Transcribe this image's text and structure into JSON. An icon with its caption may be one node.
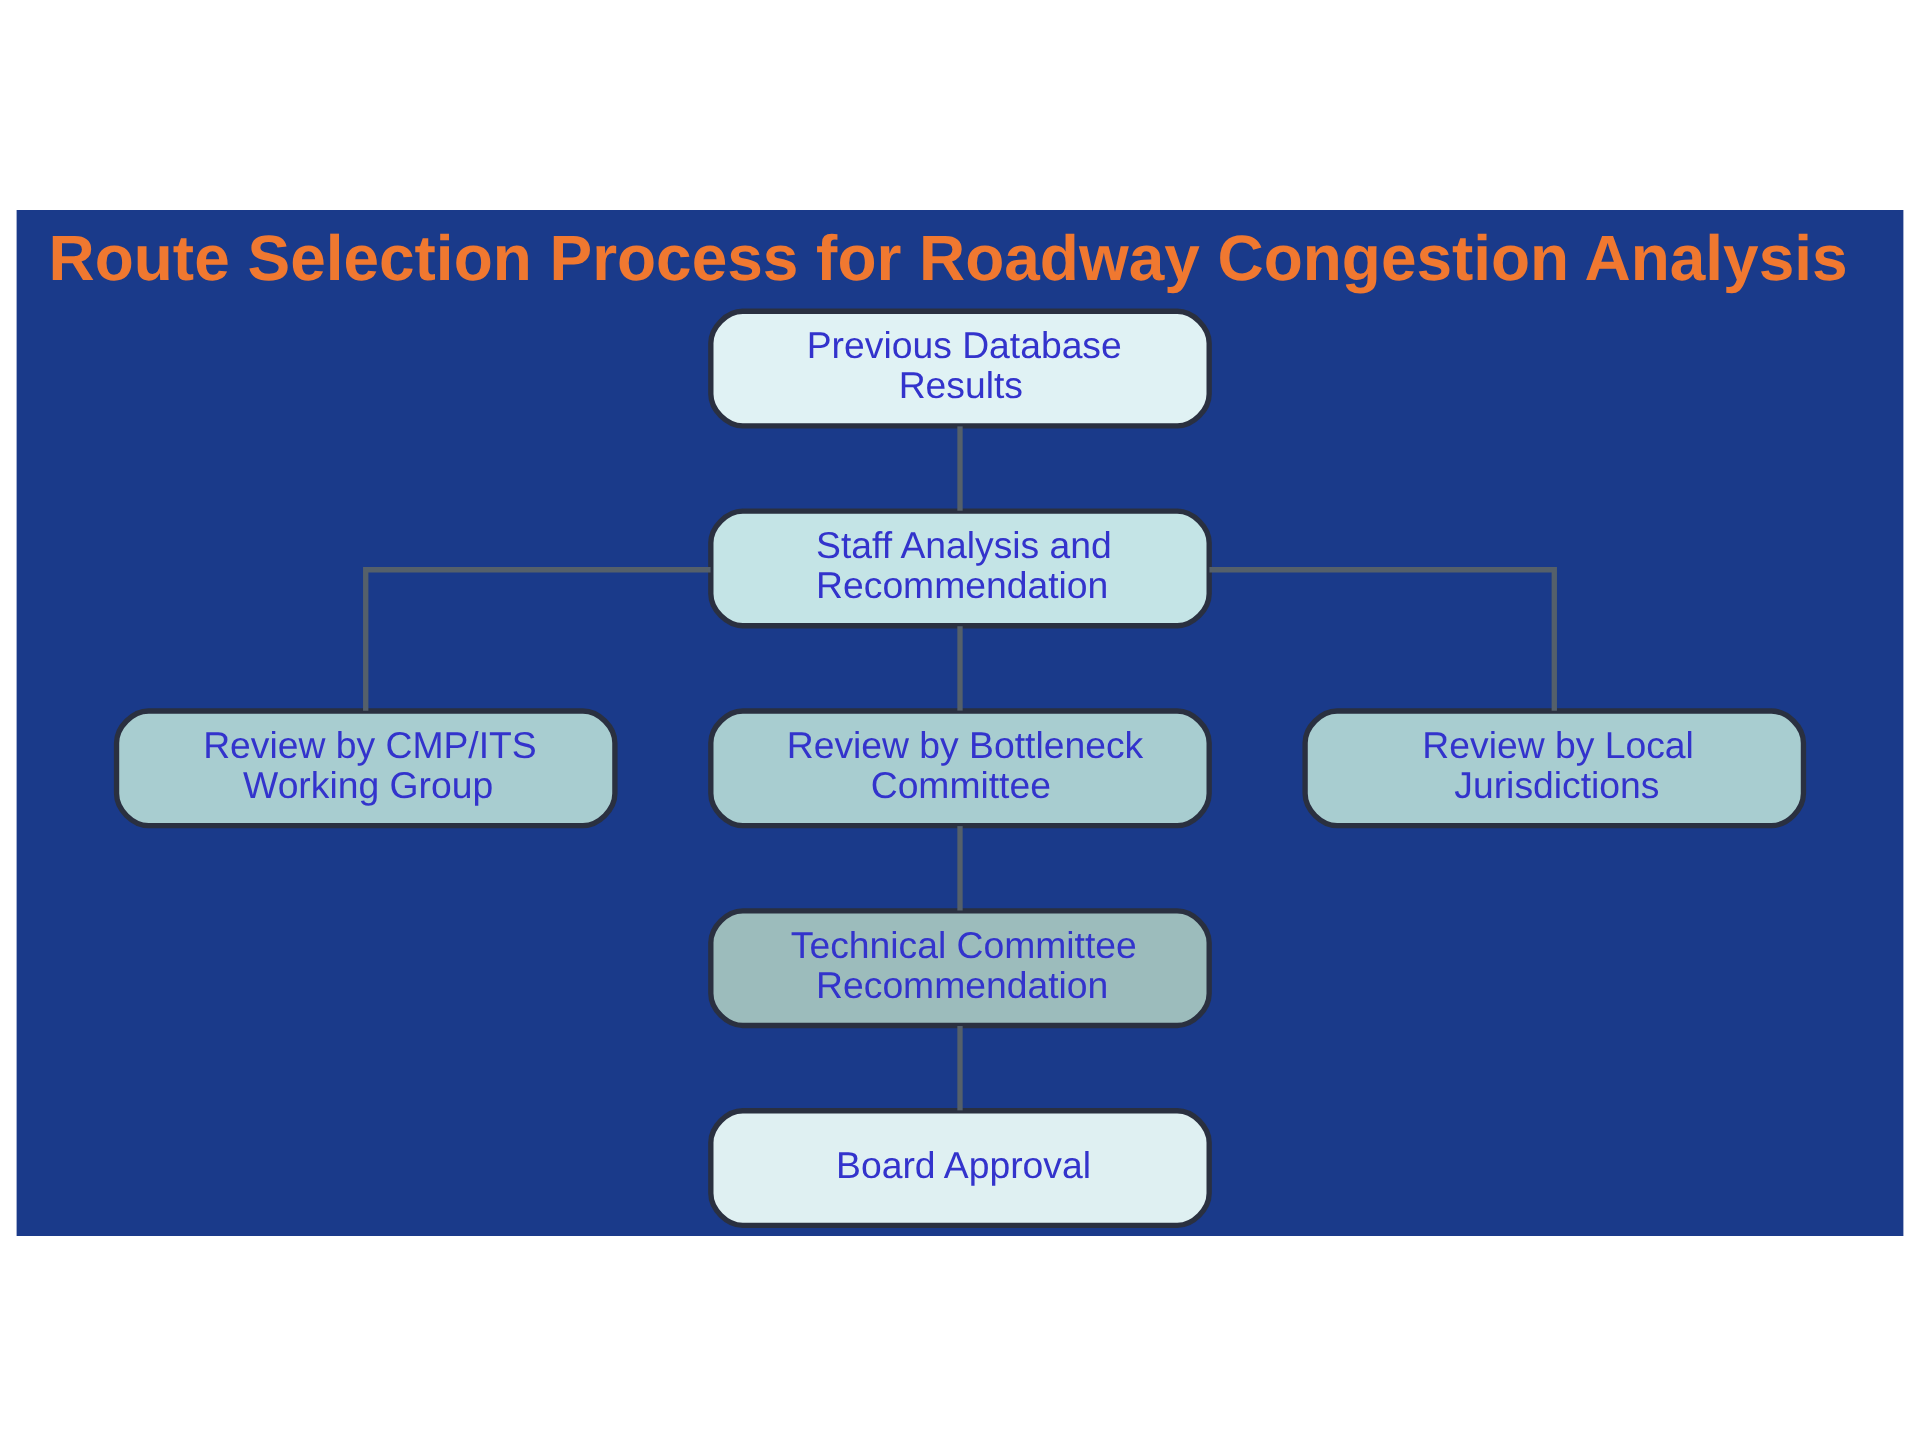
{
  "diagram": {
    "title": "Route Selection Process for Roadway Congestion Analysis",
    "nodes": [
      {
        "text": [
          "Previous Database Results"
        ]
      },
      {
        "text": [
          "Staff Analysis and Recommendation"
        ]
      },
      {
        "text": [
          "Review by CMP/ITS Working Group"
        ]
      },
      {
        "text": [
          "Review by Bottleneck Committee"
        ]
      },
      {
        "text": [
          "Review by Local Jurisdictions"
        ]
      },
      {
        "text": [
          "Technical Committee Recommendation"
        ]
      },
      {
        "text": [
          "Board Approval"
        ]
      }
    ],
    "edges": [
      {
        "from": 0,
        "to": 1,
        "arrow": "none"
      },
      {
        "from": 1,
        "to": 2,
        "arrow": "none"
      },
      {
        "from": 1,
        "to": 3,
        "arrow": "none"
      },
      {
        "from": 1,
        "to": 4,
        "arrow": "none"
      },
      {
        "from": 3,
        "to": 5,
        "arrow": "none"
      },
      {
        "from": 5,
        "to": 6,
        "arrow": "none"
      }
    ]
  }
}
